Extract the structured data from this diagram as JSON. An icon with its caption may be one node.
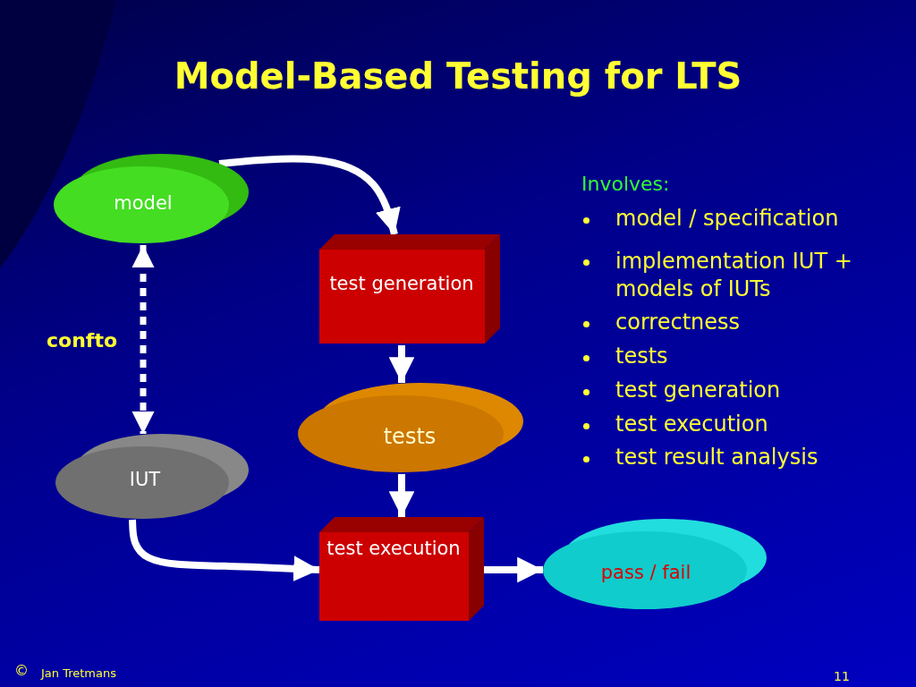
{
  "diagram": {
    "title": "Model-Based Testing for LTS",
    "nodes": [
      {
        "text": [
          "model"
        ]
      },
      {
        "text": [
          "test generation"
        ]
      },
      {
        "text": [
          "tests"
        ]
      },
      {
        "text": [
          "IUT"
        ]
      },
      {
        "text": [
          "test execution"
        ]
      },
      {
        "text": [
          "pass / fail"
        ]
      }
    ],
    "edges": [
      {
        "from": 0,
        "to": 1,
        "arrow": "to"
      },
      {
        "from": 1,
        "to": 2,
        "arrow": "to"
      },
      {
        "from": 2,
        "to": 4,
        "arrow": "to"
      },
      {
        "from": 3,
        "to": 4,
        "arrow": "to"
      },
      {
        "from": 4,
        "to": 5,
        "arrow": "to"
      },
      {
        "from": 0,
        "to": 3,
        "arrow": "both",
        "style": "dashed",
        "label": "confto"
      }
    ],
    "labels": [
      "Involves:",
      "model / specification",
      "implementation IUT + models of IUTs",
      "correctness",
      "tests",
      "test generation",
      "test execution",
      "test result analysis",
      "©",
      "Jan Tretmans",
      "11"
    ]
  }
}
